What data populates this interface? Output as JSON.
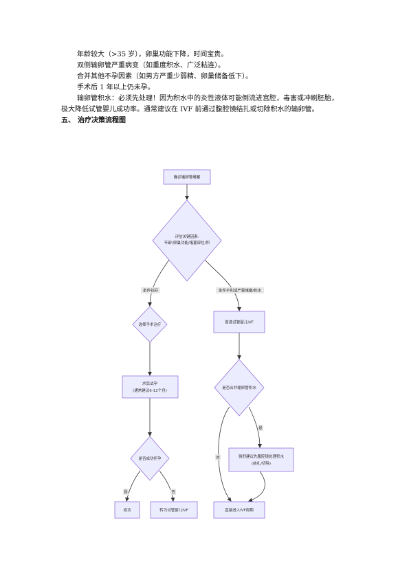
{
  "paragraphs": {
    "line1": "年龄较大（>35 岁），卵巢功能下降，时间宝贵。",
    "line2": "双侧输卵管严重病变（如重度积水、广泛粘连）。",
    "line3": "合并其他不孕因素（如男方严重少弱精、卵巢储备低下）。",
    "line4": "手术后 1 年以上仍未孕。",
    "line5": "输卵管积水：必须先处理！因为积水中的炎性液体可能倒流进宫腔，毒害或冲刷胚胎，",
    "line6": "极大降低试管婴儿成功率。通常建议在 IVF 前通过腹腔镜结扎或切除积水的输卵管。"
  },
  "section": {
    "number": "五、",
    "title": "治疗决策流程图"
  },
  "flowchart": {
    "start": "确诊输卵管堵塞",
    "assess_line1": "评估关键因素:",
    "assess_line2": "年龄/卵巢功能/堵塞部位/积",
    "label_good": "条件较好",
    "label_bad": "条件不利或严重堵塞/积水",
    "surgery": "选择手术治疗",
    "ivf_first": "首选试管婴儿IVF",
    "post_op_line1": "术后试孕",
    "post_op_line2": "(通常建议6-12个月)",
    "hydro_q": "是否合并输卵管积水",
    "label_yes_hydro": "是",
    "label_no_hydro": "否",
    "treat_hydro_line1": "强烈建议先腹腔镜处理积水",
    "treat_hydro_line2": "(结扎/切除)",
    "pregnant_q": "是否成功怀孕",
    "label_yes_preg": "是",
    "label_no_preg": "否",
    "success": "成功",
    "switch_ivf": "转为试管婴儿IVF",
    "enter_ivf": "直接进入IVF周期"
  },
  "colors": {
    "node_fill": "#ECECFF",
    "node_stroke": "#9370DB",
    "edge": "#333333",
    "edge_label_bg": "#E8E8E8"
  }
}
